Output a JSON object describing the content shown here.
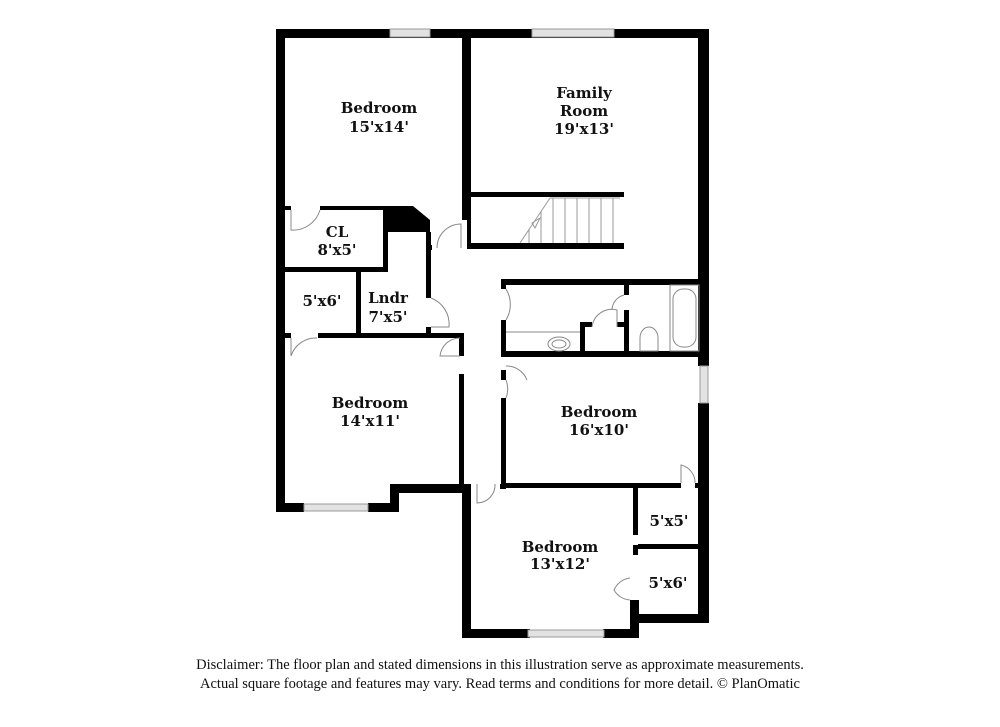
{
  "plan": {
    "rooms": [
      {
        "name": "Bedroom",
        "size": "15'x14'"
      },
      {
        "name": "Family",
        "name2": "Room",
        "size": "19'x13'"
      },
      {
        "name": "CL",
        "size": "8'x5'"
      },
      {
        "name": "",
        "size": "5'x6'"
      },
      {
        "name": "Lndr",
        "size": "7'x5'"
      },
      {
        "name": "Bedroom",
        "size": "14'x11'"
      },
      {
        "name": "Bedroom",
        "size": "16'x10'"
      },
      {
        "name": "",
        "size": "5'x5'"
      },
      {
        "name": "Bedroom",
        "size": "13'x12'"
      },
      {
        "name": "",
        "size": "5'x6'"
      }
    ],
    "colors": {
      "wall": "#000000",
      "window": "#cfcfcf",
      "fixture": "#888888"
    }
  },
  "footer": {
    "line1": "Disclaimer: The floor plan and stated dimensions in this illustration serve as approximate measurements.",
    "line2": "Actual square footage and features may vary. Read terms and conditions for more detail. © PlanOmatic"
  }
}
